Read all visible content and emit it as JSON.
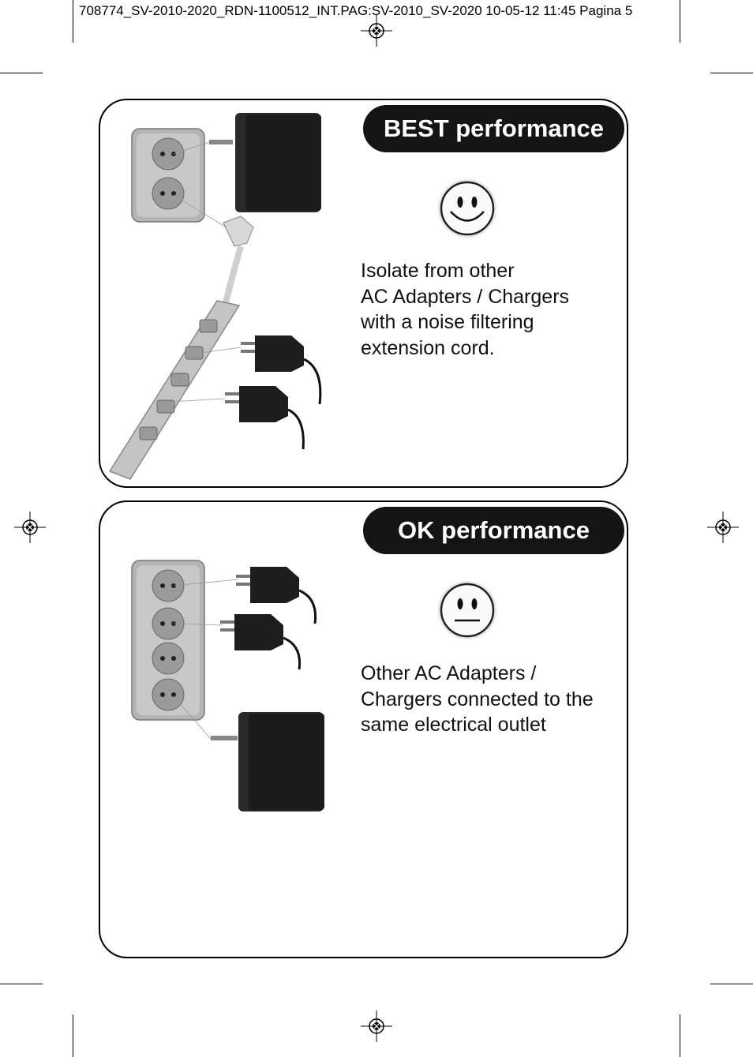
{
  "slug_line": "708774_SV-2010-2020_RDN-1100512_INT.PAG:SV-2010_SV-2020  10-05-12  11:45  Pagina 5",
  "sections": [
    {
      "heading": "BEST performance",
      "face_icon": "smiley-face-icon",
      "text_lines": [
        "Isolate from other",
        "AC Adapters / Chargers",
        "with a noise filtering",
        "extension cord."
      ]
    },
    {
      "heading": "OK performance",
      "face_icon": "neutral-face-icon",
      "text_lines": [
        "Other AC Adapters /",
        "Chargers connected to the",
        "same electrical outlet"
      ]
    }
  ]
}
